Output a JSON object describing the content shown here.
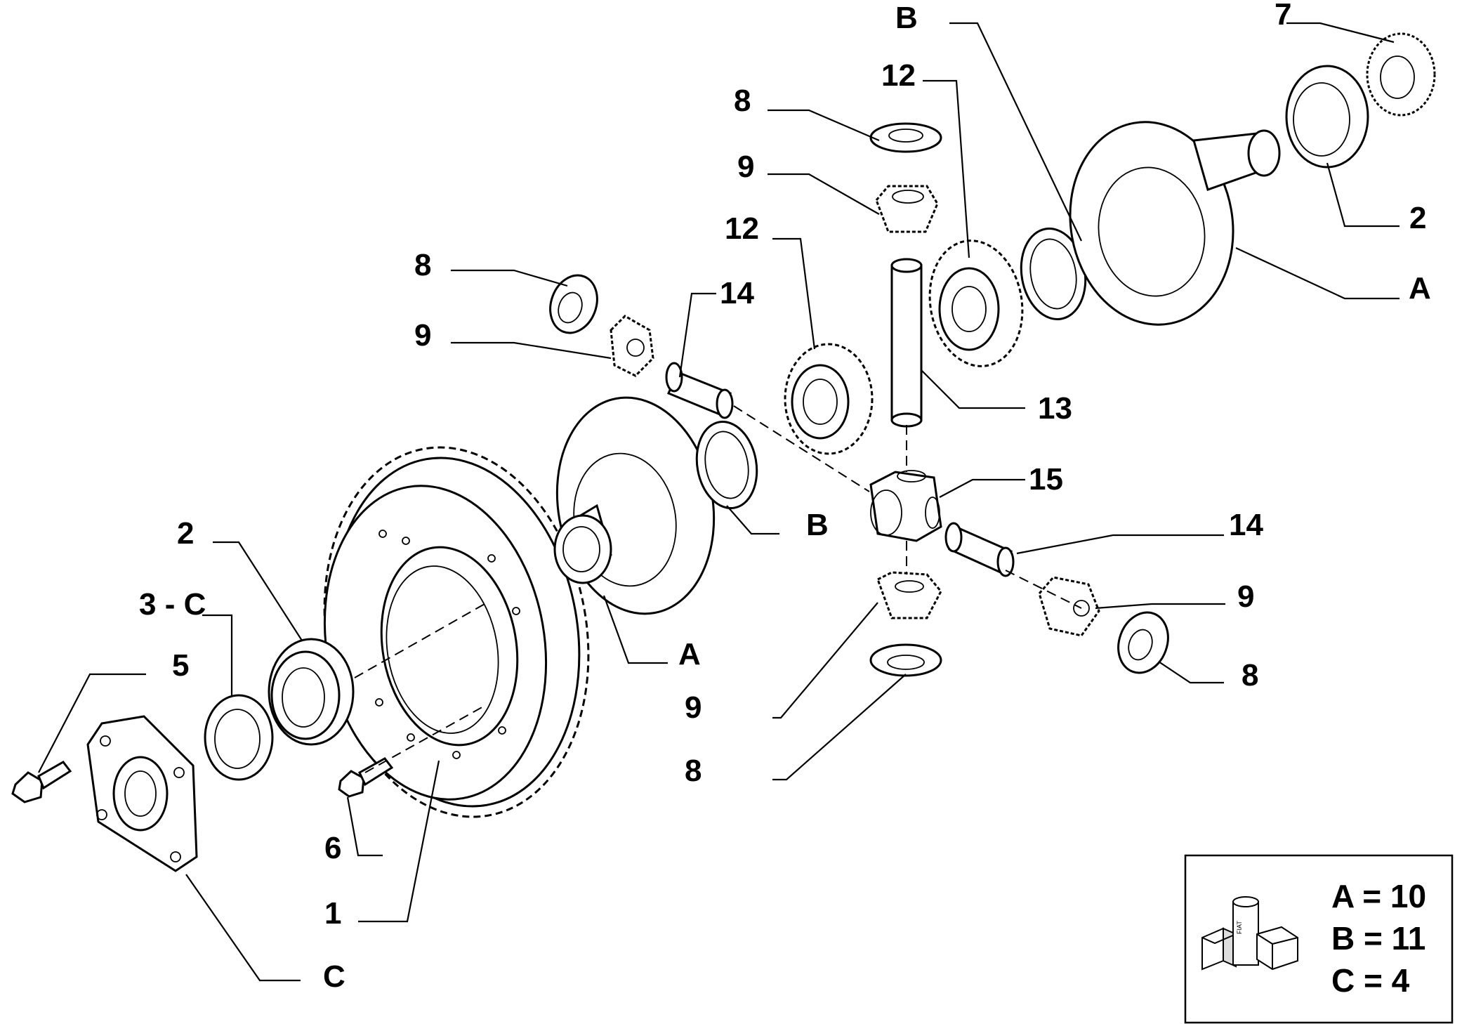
{
  "callouts": {
    "c1": "1",
    "c2_left": "2",
    "c2_right": "2",
    "c3": "3 - C",
    "c5": "5",
    "c6": "6",
    "c7": "7",
    "c8_top": "8",
    "c8_left": "8",
    "c8_right": "8",
    "c8_bottom": "8",
    "c9_top": "9",
    "c9_left": "9",
    "c9_right": "9",
    "c9_bottom": "9",
    "c12_top": "12",
    "c12_mid": "12",
    "c13": "13",
    "c14_top": "14",
    "c14_right": "14",
    "c15": "15",
    "cA_top": "A",
    "cA_mid": "A",
    "cB_top": "B",
    "cB_mid": "B",
    "cC": "C"
  },
  "legend": {
    "line_a": "A = 10",
    "line_b": "B = 11",
    "line_c": "C = 4",
    "logo_text": "FIAT"
  }
}
